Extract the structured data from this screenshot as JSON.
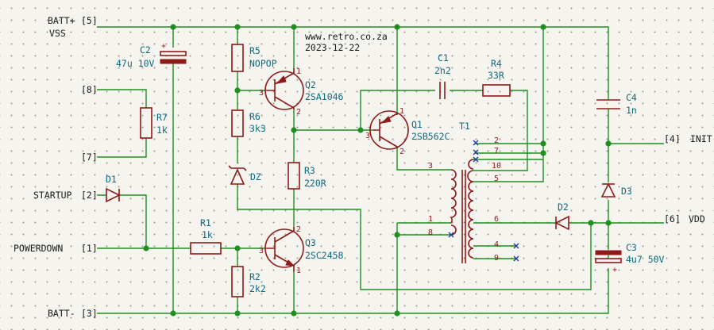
{
  "header": {
    "url": "www.retro.co.za",
    "date": "2023-12-22"
  },
  "nets": {
    "batt_plus": "BATT+",
    "batt_plus_pin": "[5]",
    "vss": "VSS",
    "batt_minus": "BATT-",
    "batt_minus_pin": "[3]",
    "startup": "STARTUP",
    "startup_pin": "[2]",
    "powerdown": "POWERDOWN",
    "powerdown_pin": "[1]",
    "p8": "[8]",
    "p7": "[7]",
    "init": "INIT",
    "init_pin": "[4]",
    "vdd": "VDD",
    "vdd_pin": "[6]"
  },
  "components": {
    "C2": {
      "ref": "C2",
      "value": "47u 10V"
    },
    "R7": {
      "ref": "R7",
      "value": "1k"
    },
    "D1": {
      "ref": "D1"
    },
    "R1": {
      "ref": "R1",
      "value": "1k"
    },
    "R2": {
      "ref": "R2",
      "value": "2k2"
    },
    "R5": {
      "ref": "R5",
      "value": "NOPOP"
    },
    "R6": {
      "ref": "R6",
      "value": "3k3"
    },
    "DZ": {
      "ref": "DZ"
    },
    "R3": {
      "ref": "R3",
      "value": "220R"
    },
    "Q2": {
      "ref": "Q2",
      "value": "2SA1046"
    },
    "Q3": {
      "ref": "Q3",
      "value": "2SC2458"
    },
    "Q1": {
      "ref": "Q1",
      "value": "2SB562C"
    },
    "C1": {
      "ref": "C1",
      "value": "2n2"
    },
    "R4": {
      "ref": "R4",
      "value": "33R"
    },
    "T1": {
      "ref": "T1"
    },
    "D2": {
      "ref": "D2"
    },
    "D3": {
      "ref": "D3"
    },
    "C4": {
      "ref": "C4",
      "value": "1n"
    },
    "C3": {
      "ref": "C3",
      "value": "4u7 50V"
    }
  },
  "pins": {
    "transistor": [
      "1",
      "2",
      "3"
    ],
    "T1": [
      "2",
      "7",
      "10",
      "5",
      "3",
      "1",
      "8",
      "6",
      "4",
      "9"
    ],
    "plus": "+"
  }
}
